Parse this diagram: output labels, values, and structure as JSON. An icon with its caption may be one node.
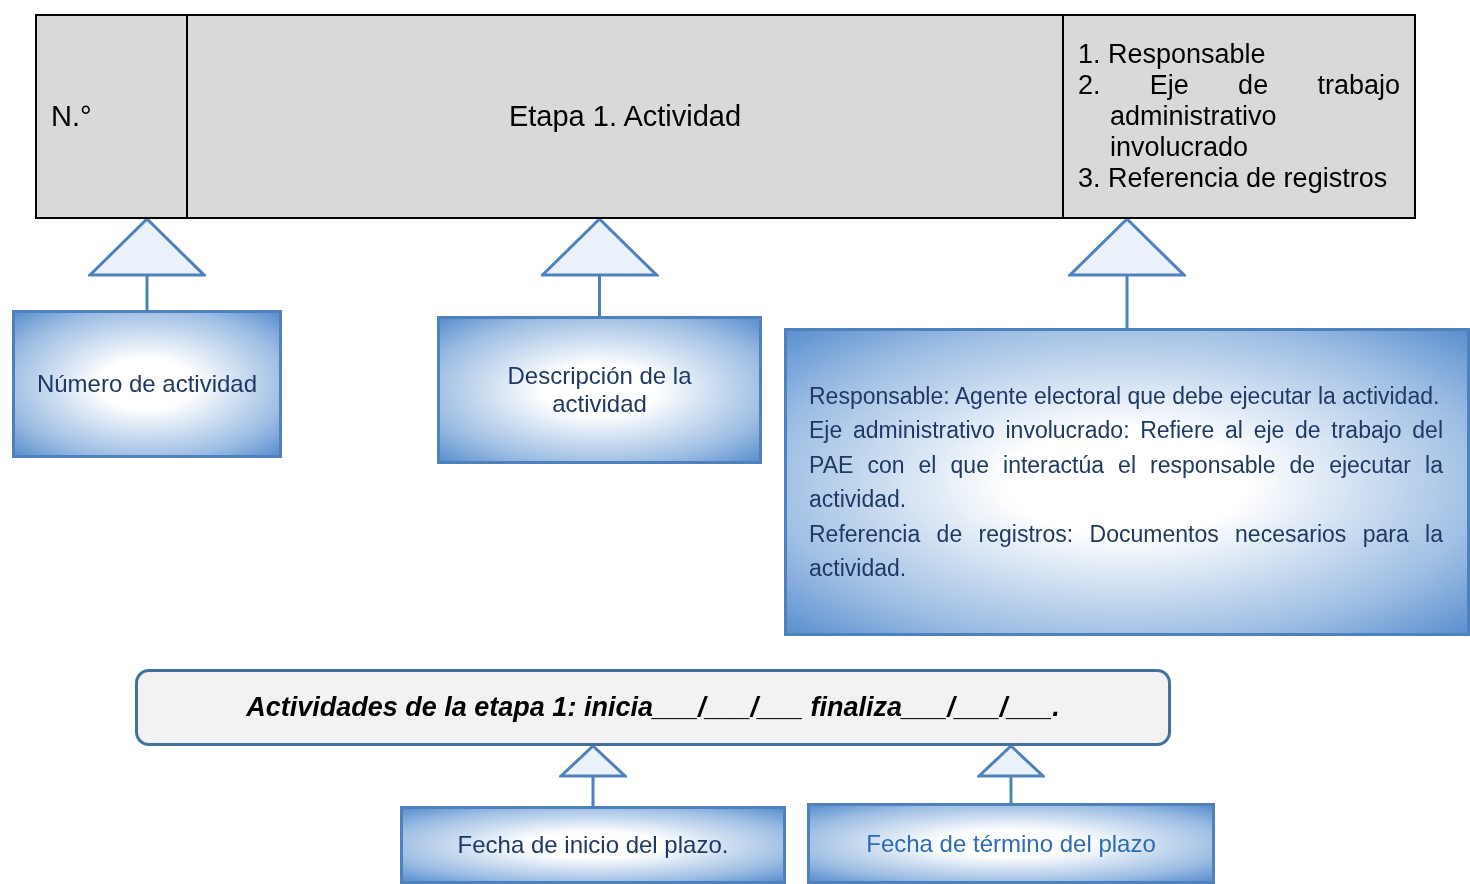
{
  "diagram": {
    "nodes": [
      {
        "text": [
          "N.°"
        ]
      },
      {
        "text": [
          "Etapa 1. Actividad"
        ]
      },
      {
        "text": [
          "1. Responsable",
          "2. Eje de trabajo administrativo involucrado",
          "3. Referencia de registros"
        ]
      },
      {
        "text": [
          "Número de actividad"
        ]
      },
      {
        "text": [
          "Descripción de la actividad"
        ]
      },
      {
        "text": [
          "Responsable: Agente electoral que debe ejecutar la actividad.",
          "Eje administrativo involucrado: Refiere al eje de trabajo del PAE con el que interactúa el responsable de ejecutar la actividad.",
          "Referencia de registros: Documentos necesarios para la actividad."
        ]
      },
      {
        "text": [
          "Actividades de la etapa 1: inicia___/___/___ finaliza___/___/___."
        ]
      },
      {
        "text": [
          "Fecha de inicio del plazo."
        ]
      },
      {
        "text": [
          "Fecha de término del plazo"
        ]
      }
    ],
    "edges": [
      {
        "from": 3,
        "to": 0,
        "arrow": "to"
      },
      {
        "from": 4,
        "to": 1,
        "arrow": "to"
      },
      {
        "from": 5,
        "to": 2,
        "arrow": "to"
      },
      {
        "from": 7,
        "to": 6,
        "arrow": "to"
      },
      {
        "from": 8,
        "to": 6,
        "arrow": "to"
      }
    ]
  }
}
